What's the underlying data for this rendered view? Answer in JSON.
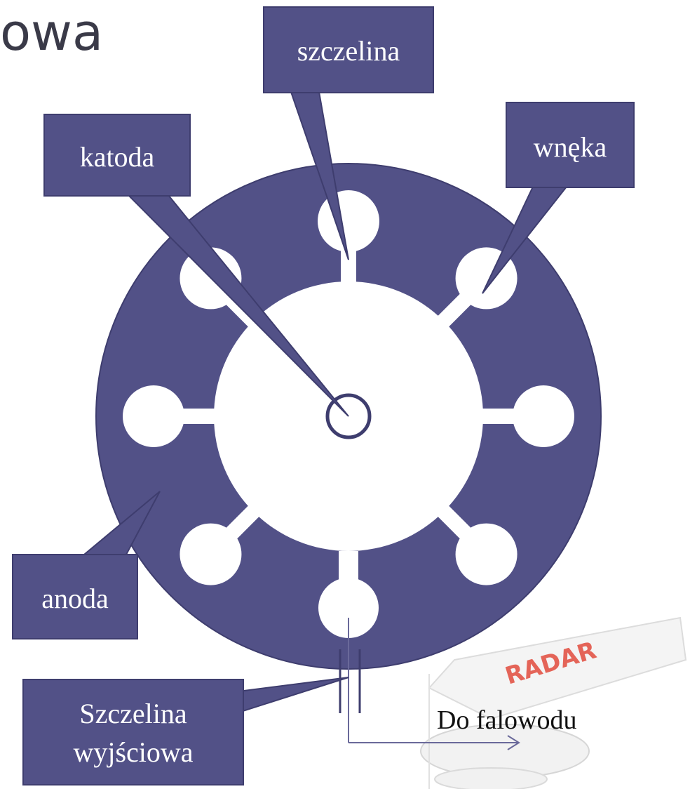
{
  "title_fragment": "owa",
  "labels": {
    "szczelina": "szczelina",
    "katoda": "katoda",
    "wneka": "wnęka",
    "anoda": "anoda",
    "output_slot_line1": "Szczelina",
    "output_slot_line2": "wyjściowa",
    "waveguide": "Do falowodu"
  },
  "logo_text": "RADAR",
  "colors": {
    "anode_fill": "#525187",
    "callout_fill": "#525187",
    "outline": "#3e3d6e",
    "white": "#ffffff"
  }
}
